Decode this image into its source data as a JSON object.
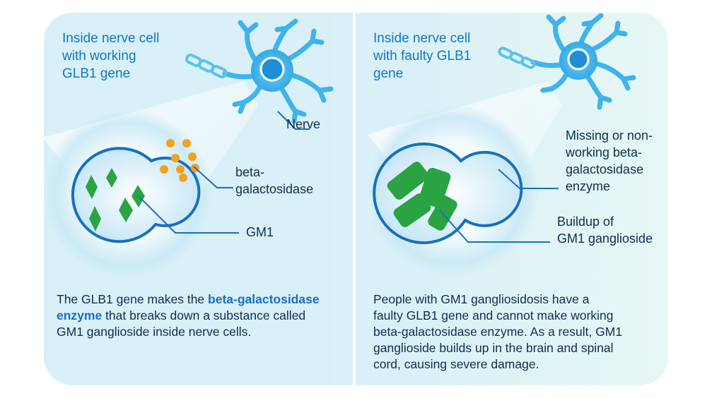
{
  "left_panel": {
    "title_lines": [
      "Inside nerve cell",
      "with working",
      "GLB1 gene"
    ],
    "label_nerve": "Nerve",
    "label_enzyme_lines": [
      "beta-",
      "galactosidase"
    ],
    "label_gm1": "GM1",
    "body_pre": "The GLB1 gene makes the ",
    "body_bold": "beta-galactosidase enzyme",
    "body_post": " that breaks down a substance called GM1 ganglioside inside nerve cells."
  },
  "right_panel": {
    "title_lines": [
      "Inside nerve cell",
      "with faulty GLB1",
      "gene"
    ],
    "label_missing_lines": [
      "Missing or non-",
      "working beta-",
      "galactosidase",
      "enzyme"
    ],
    "label_buildup_lines": [
      "Buildup of",
      "GM1 ganglioside"
    ],
    "body_lines": [
      "People with GM1 gangliosidosis have a",
      "faulty GLB1 gene and cannot make working",
      "beta-galactosidase enzyme. As a result, GM1",
      "ganglioside builds up in the brain and spinal",
      "cord, causing severe damage."
    ]
  },
  "colors": {
    "panel_bg": "#d9f0f8",
    "outline_blue": "#1670c0",
    "enzyme_orange": "#f4a11d",
    "gm1_green": "#2aa343",
    "neuron_blue": "#3fb3ec",
    "text_dark": "#0f2f4e",
    "title_blue": "#1177c7"
  }
}
